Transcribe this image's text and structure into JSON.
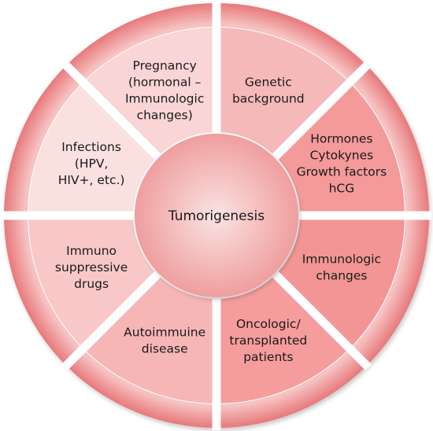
{
  "center": {
    "label": "Tumorigenesis"
  },
  "segments": [
    {
      "id": "genetic-background",
      "lines": [
        "Genetic",
        "background"
      ],
      "color": "#f6b9b9"
    },
    {
      "id": "hormones",
      "lines": [
        "Hormones",
        "Cytokynes",
        "Growth factors",
        "hCG"
      ],
      "color": "#f49a9a"
    },
    {
      "id": "immunologic-changes",
      "lines": [
        "Immunologic",
        "changes"
      ],
      "color": "#f39595"
    },
    {
      "id": "oncologic-transplanted-patients",
      "lines": [
        "Oncologic/",
        "transplanted",
        "patients"
      ],
      "color": "#f59c9c"
    },
    {
      "id": "autoimmune-disease",
      "lines": [
        "Autoimmuine",
        "disease"
      ],
      "color": "#f7b6b6"
    },
    {
      "id": "immunosuppressive-drugs",
      "lines": [
        "Immuno",
        "suppressive",
        "drugs"
      ],
      "color": "#f8c8c8"
    },
    {
      "id": "infections",
      "lines": [
        "Infections",
        "(HPV,",
        "HIV+, etc.)"
      ],
      "color": "#fbe0e0"
    },
    {
      "id": "pregnancy",
      "lines": [
        "Pregnancy",
        "(hormonal –",
        "Immunologic",
        "changes)"
      ],
      "color": "#fad5d5"
    }
  ],
  "colors": {
    "outer_ring": "#e8787a",
    "outer_ring_inner": "#f6c2c2",
    "separator": "#ffffff",
    "center_edge": "#ef9e9e",
    "center_core": "#fbe3e3"
  }
}
